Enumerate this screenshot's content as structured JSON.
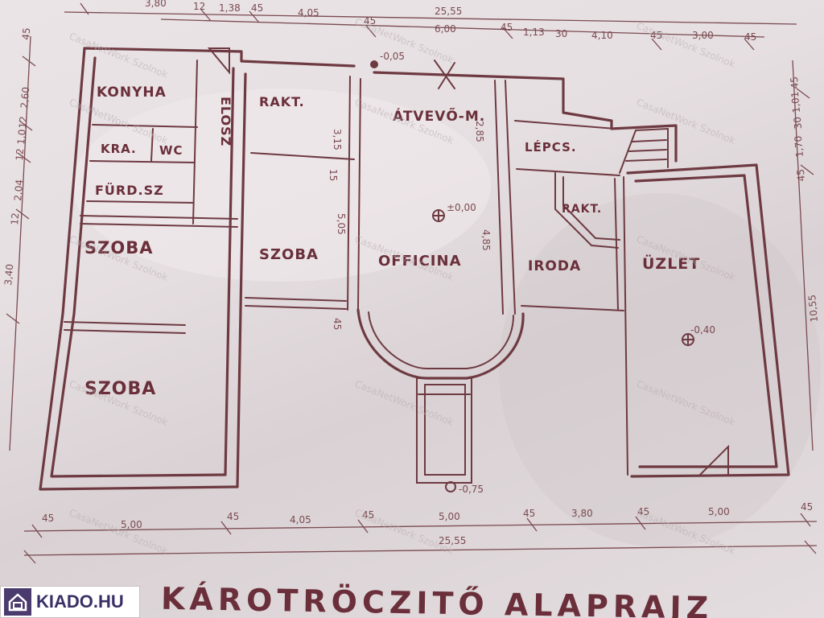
{
  "rooms": {
    "konyha": "KONYHA",
    "kra": "KRA.",
    "wc": "WC",
    "furdo": "FÜRD.SZ",
    "szoba_left": "SZOBA",
    "szoba_lower": "SZOBA",
    "raktar_top": "RAKT.",
    "szoba_mid": "SZOBA",
    "eloszto": "ELOSZ",
    "atvevo": "ÁTVEVŐ-M.",
    "officina": "OFFICINA",
    "lepcso": "LÉPCS.",
    "raktar_right": "RAKT.",
    "iroda": "IRODA",
    "uzlet": "ÜZLET"
  },
  "dimensions": {
    "top": [
      "3,80",
      "12",
      "1,38",
      "45",
      "4,05",
      "45",
      "6,00",
      "45",
      "1,13",
      "30",
      "4,10",
      "45",
      "3,00",
      "45"
    ],
    "top_total": "25,55",
    "bottom": [
      "45",
      "5,00",
      "45",
      "4,05",
      "45",
      "5,00",
      "45",
      "3,80",
      "45",
      "5,00",
      "45"
    ],
    "bottom_total": "25,55",
    "left": [
      "45",
      "2,60",
      "12",
      "1,0",
      "12",
      "2,04",
      "12",
      "3,40"
    ],
    "right": [
      "45",
      "1,01",
      "30",
      "1,70",
      "45",
      "10,55"
    ],
    "interior": [
      "3,15",
      "15",
      "2,85",
      "5,05",
      "4,85",
      "45"
    ],
    "levels": [
      "-0,05",
      "±0,00",
      "-0,40",
      "-0,75"
    ]
  },
  "watermark": "CasaNetWork Szolnok",
  "title": "KÁROTRÖCZITŐ ALAPRAJZ",
  "logo": {
    "text": "KIADO.HU",
    "icon": "house-icon"
  },
  "colors": {
    "ink": "#6e3a42",
    "paper": "#e6dfe1",
    "logo_blue": "#3a2f66"
  }
}
